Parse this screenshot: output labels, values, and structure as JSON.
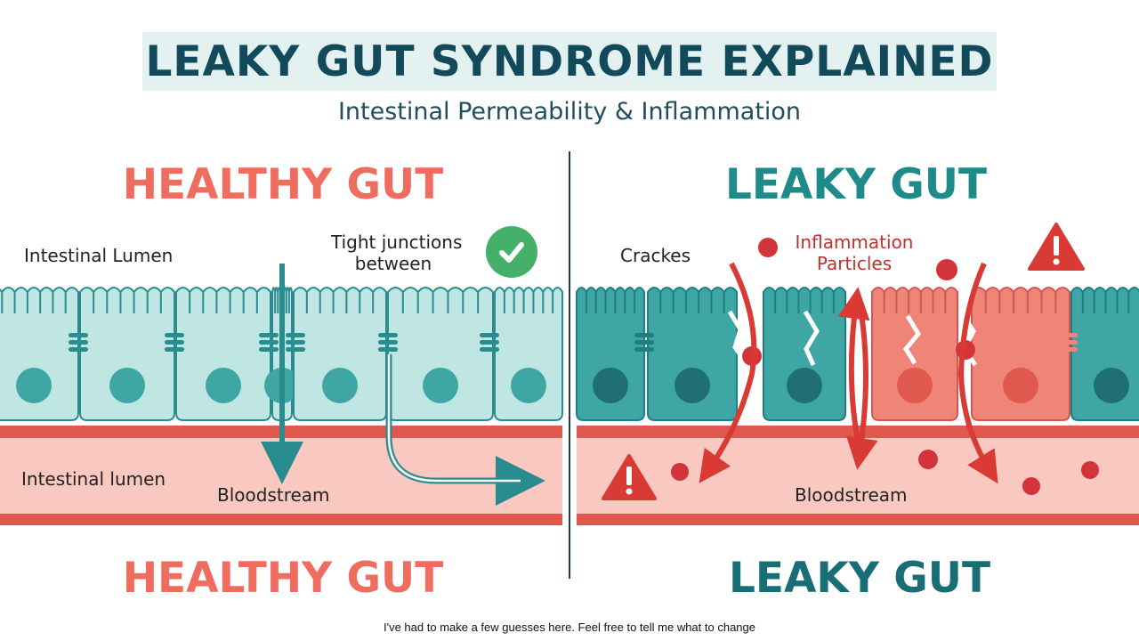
{
  "header": {
    "title": "LEAKY GUT SYNDROME EXPLAINED",
    "subtitle": "Intestinal Permeability & Inflammation"
  },
  "healthy": {
    "heading_top": "HEALTHY GUT",
    "heading_bottom": "HEALTHY GUT",
    "lumen_label": "Intestinal Lumen",
    "junction_label_line1": "Tight junctions",
    "junction_label_line2": "between",
    "lower_lumen_label": "Intestinal lumen",
    "blood_label": "Bloodstream"
  },
  "leaky": {
    "heading_top": "LEAKY GUT",
    "heading_bottom": "LEAKY GUT",
    "cracks_label": "Crackes",
    "particles_label_line1": "Inflammation",
    "particles_label_line2": "Particles",
    "blood_label": "Bloodstream"
  },
  "footnote": "I've had to make a few guesses here. Feel free to tell me what to change",
  "colors": {
    "title_bg": "#e3f2f1",
    "title_text": "#124a5c",
    "healthy_heading": "#ee6d5f",
    "leaky_heading": "#1f8a8a",
    "healthy_cells": "#bfe6e2",
    "leaky_cells": "#3ea6a4",
    "inflamed_cells": "#ef8579",
    "bloodstream": "#f9c9c1",
    "vessel_wall": "#e0584e",
    "arrow_teal": "#2a8c8e",
    "arrow_red": "#d93a34",
    "check_green": "#45b06a"
  },
  "icons": [
    "check-icon",
    "warning-icon",
    "arrow-icon"
  ]
}
